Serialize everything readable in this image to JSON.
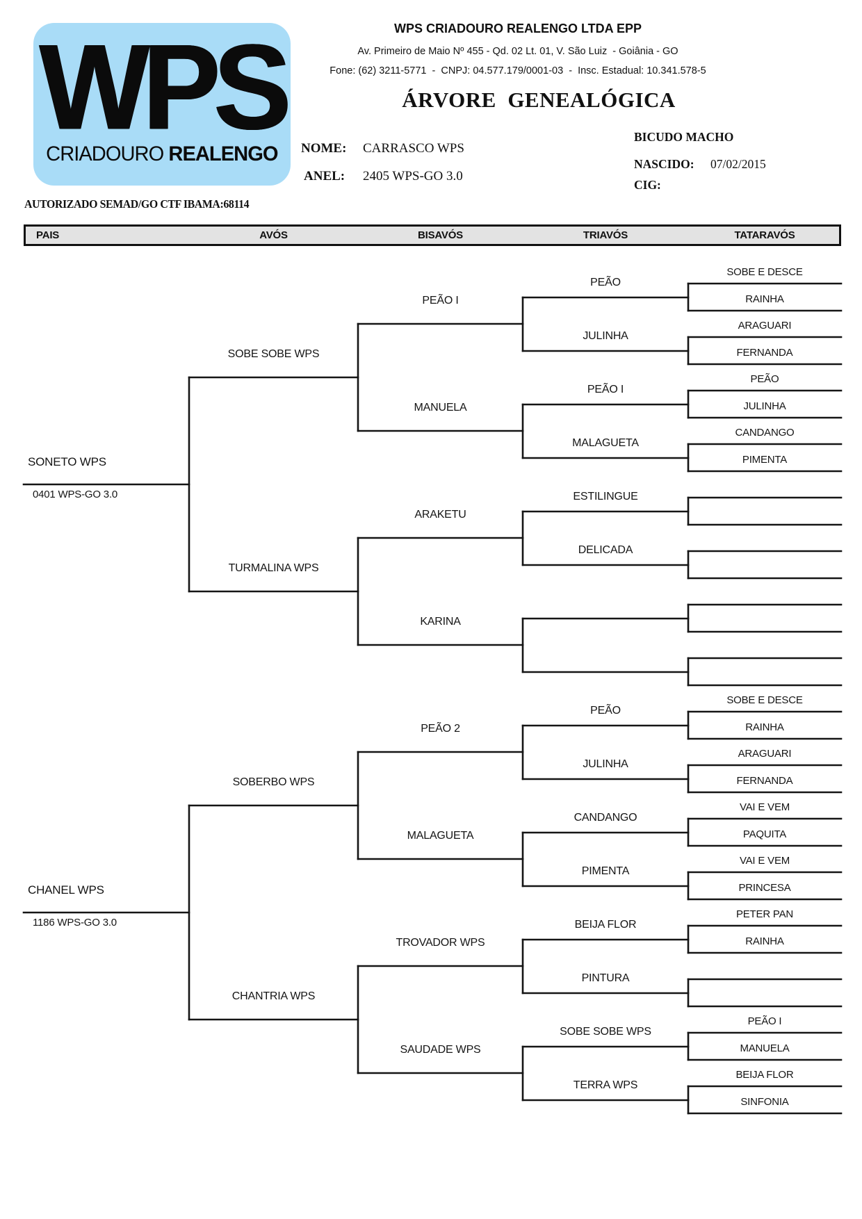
{
  "logo": {
    "acronym": "WPS",
    "subtitle_light": "CRIADOURO ",
    "subtitle_bold": "REALENGO",
    "bg_color": "#A9DCF7"
  },
  "header": {
    "company_name": "WPS CRIADOURO REALENGO LTDA EPP",
    "address_line": "Av. Primeiro de Maio Nº 455 - Qd. 02 Lt. 01, V. São Luiz  - Goiânia - GO",
    "contact_line": "Fone: (62) 3211-5771  -  CNPJ: 04.577.179/0001-03  -  Insc. Estadual: 10.341.578-5",
    "document_title": "ÁRVORE  GENEALÓGICA",
    "authorization": "AUTORIZADO SEMAD/GO CTF IBAMA:68114"
  },
  "bird": {
    "nome_label": "NOME:",
    "nome": "CARRASCO WPS",
    "anel_label": "ANEL:",
    "anel": "2405 WPS-GO 3.0",
    "species_sex": "BICUDO MACHO",
    "nascido_label": "NASCIDO:",
    "nascido": "07/02/2015",
    "cig_label": "CIG:",
    "cig": ""
  },
  "columns": [
    "PAIS",
    "AVÓS",
    "BISAVÓS",
    "TRIAVÓS",
    "TATARAVÓS"
  ],
  "tree": {
    "pais": [
      {
        "name": "SONETO WPS",
        "ring": "0401 WPS-GO 3.0"
      },
      {
        "name": "CHANEL WPS",
        "ring": "1186 WPS-GO 3.0"
      }
    ],
    "avos": [
      "SOBE SOBE WPS",
      "TURMALINA WPS",
      "SOBERBO WPS",
      "CHANTRIA WPS"
    ],
    "bisavos": [
      "PEÃO I",
      "MANUELA",
      "ARAKETU",
      "KARINA",
      "PEÃO 2",
      "MALAGUETA",
      "TROVADOR WPS",
      "SAUDADE WPS"
    ],
    "triavos": [
      "PEÃO",
      "JULINHA",
      "PEÃO I",
      "MALAGUETA",
      "ESTILINGUE",
      "DELICADA",
      "",
      "",
      "PEÃO",
      "JULINHA",
      "CANDANGO",
      "PIMENTA",
      "BEIJA FLOR",
      "PINTURA",
      "SOBE SOBE WPS",
      "TERRA WPS"
    ],
    "tataravos": [
      "SOBE E DESCE",
      "RAINHA",
      "ARAGUARI",
      "FERNANDA",
      "PEÃO",
      "JULINHA",
      "CANDANGO",
      "PIMENTA",
      "",
      "",
      "",
      "",
      "",
      "",
      "",
      "",
      "SOBE E DESCE",
      "RAINHA",
      "ARAGUARI",
      "FERNANDA",
      "VAI E VEM",
      "PAQUITA",
      "VAI E VEM",
      "PRINCESA",
      "PETER PAN",
      "RAINHA",
      "",
      "",
      "PEÃO I",
      "MANUELA",
      "BEIJA FLOR",
      "SINFONIA"
    ]
  }
}
